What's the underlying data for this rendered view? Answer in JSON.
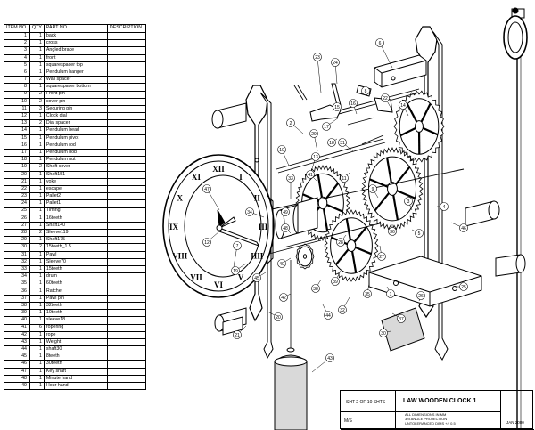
{
  "parts_list": {
    "headers": [
      "ITEM NO.",
      "QTY",
      "PART NO.",
      "DESCRIPTION"
    ],
    "rows": [
      [
        "1",
        "1",
        "back",
        ""
      ],
      [
        "2",
        "1",
        "cross",
        ""
      ],
      [
        "3",
        "1",
        "Angled brace",
        ""
      ],
      [
        "4",
        "1",
        "front",
        ""
      ],
      [
        "5",
        "1",
        "squarespacer top",
        ""
      ],
      [
        "6",
        "1",
        "Pendulum hanger",
        ""
      ],
      [
        "7",
        "2",
        "Wall spacer",
        ""
      ],
      [
        "8",
        "1",
        "squarespacer bottom",
        ""
      ],
      [
        "9",
        "2",
        "Front pin",
        ""
      ],
      [
        "10",
        "2",
        "cover pin",
        ""
      ],
      [
        "11",
        "3",
        "Securing pin",
        ""
      ],
      [
        "12",
        "1",
        "Clock dial",
        ""
      ],
      [
        "13",
        "2",
        "Dial spacer",
        ""
      ],
      [
        "14",
        "1",
        "Pendulum head",
        ""
      ],
      [
        "15",
        "1",
        "Pendulum pivot",
        ""
      ],
      [
        "16",
        "1",
        "Pendulum rod",
        ""
      ],
      [
        "17",
        "1",
        "Pendulum bob",
        ""
      ],
      [
        "18",
        "1",
        "Pendulum nut",
        ""
      ],
      [
        "19",
        "2",
        "Shaft cover",
        ""
      ],
      [
        "20",
        "1",
        "Shaft151",
        ""
      ],
      [
        "21",
        "1",
        "yoke",
        ""
      ],
      [
        "22",
        "1",
        "escape",
        ""
      ],
      [
        "23",
        "1",
        "Pallet2",
        ""
      ],
      [
        "24",
        "1",
        "Pallet1",
        ""
      ],
      [
        "25",
        "1",
        "Timing",
        ""
      ],
      [
        "26",
        "1",
        "16teeth",
        ""
      ],
      [
        "27",
        "1",
        "Shaft140",
        ""
      ],
      [
        "28",
        "2",
        "Sleeve119",
        ""
      ],
      [
        "29",
        "1",
        "Shaft175",
        ""
      ],
      [
        "30",
        "2",
        "15teeth_1.5",
        ""
      ],
      [
        "31",
        "1",
        "Pawl",
        ""
      ],
      [
        "32",
        "1",
        "Sleeve70",
        ""
      ],
      [
        "33",
        "1",
        "15teeth",
        ""
      ],
      [
        "34",
        "1",
        "drum",
        ""
      ],
      [
        "35",
        "1",
        "60teeth",
        ""
      ],
      [
        "36",
        "1",
        "Ratchet",
        ""
      ],
      [
        "37",
        "1",
        "Pawl pin",
        ""
      ],
      [
        "38",
        "1",
        "32teeth",
        ""
      ],
      [
        "39",
        "1",
        "10teeth",
        ""
      ],
      [
        "40",
        "1",
        "sleeve18",
        ""
      ],
      [
        "41",
        "6",
        "ropering",
        ""
      ],
      [
        "42",
        "1",
        "rope",
        ""
      ],
      [
        "43",
        "1",
        "Weight",
        ""
      ],
      [
        "44",
        "1",
        "shaft30",
        ""
      ],
      [
        "45",
        "1",
        "8teeth",
        ""
      ],
      [
        "46",
        "1",
        "30teeth",
        ""
      ],
      [
        "47",
        "1",
        "Key shaft",
        ""
      ],
      [
        "48",
        "1",
        "Minute hand",
        ""
      ],
      [
        "49",
        "1",
        "Hour hand",
        ""
      ]
    ]
  },
  "dial_numerals": [
    "XII",
    "I",
    "II",
    "III",
    "IIII",
    "V",
    "VI",
    "VII",
    "VIII",
    "IX",
    "X",
    "XI"
  ],
  "callouts": [
    "23",
    "24",
    "6",
    "8",
    "22",
    "16",
    "14",
    "15",
    "17",
    "18",
    "31",
    "29",
    "2",
    "13",
    "10",
    "33",
    "11",
    "41",
    "9",
    "49",
    "48",
    "47",
    "12",
    "7",
    "19",
    "45",
    "34",
    "3",
    "4",
    "40",
    "38",
    "39",
    "35",
    "32",
    "28",
    "36",
    "27",
    "5",
    "46",
    "42",
    "43",
    "20",
    "21",
    "44",
    "1",
    "37",
    "26",
    "30",
    "25"
  ],
  "title_block": {
    "sheet": "SHT 2 OF 10 SHTS",
    "title": "LAW WOODEN CLOCK 1",
    "mis": "M/S",
    "notes": [
      "ALL DIMENSIONS IN MM",
      "3rd ANGLE PROJECTION",
      "UNTOLERANCED DIMS +/- 0.5"
    ],
    "date": "JAN 2000"
  },
  "colors": {
    "line": "#000000",
    "paper": "#ffffff",
    "shade": "#d9d9d9"
  }
}
